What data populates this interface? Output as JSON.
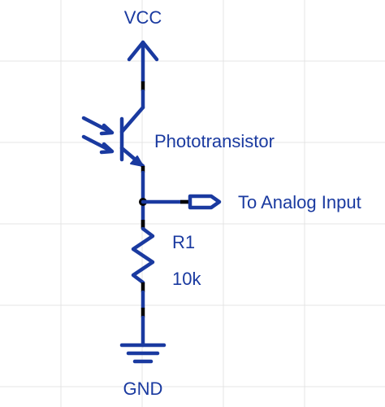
{
  "colors": {
    "wire": "#1a3aa0",
    "grid": "#e4e4e4",
    "junction": "#000000",
    "background": "#ffffff"
  },
  "labels": {
    "vcc": "VCC",
    "gnd": "GND",
    "phototransistor": "Phototransistor",
    "resistor_ref": "R1",
    "resistor_value": "10k",
    "output": "To Analog Input"
  },
  "components": [
    {
      "name": "phototransistor",
      "type": "npn-phototransistor",
      "label": "Phototransistor"
    },
    {
      "name": "resistor",
      "type": "resistor",
      "ref": "R1",
      "value": "10k"
    }
  ],
  "nets": [
    {
      "name": "VCC",
      "connects": [
        "vcc-port",
        "phototransistor.collector"
      ]
    },
    {
      "name": "OUT",
      "connects": [
        "phototransistor.emitter",
        "resistor.top",
        "analog-input-port"
      ]
    },
    {
      "name": "GND",
      "connects": [
        "resistor.bottom",
        "ground-symbol"
      ]
    }
  ]
}
